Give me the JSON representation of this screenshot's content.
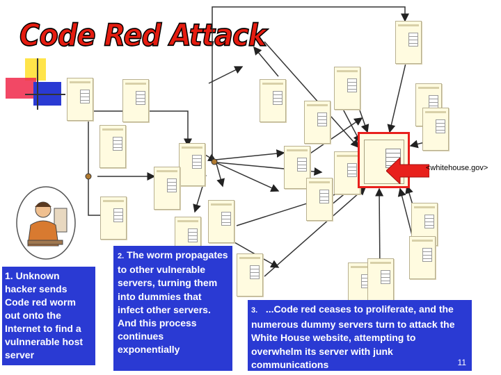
{
  "title": "Code Red Attack",
  "whitehouse": {
    "label": "<whitehouse.gov>"
  },
  "steps": [
    {
      "num": "1.",
      "text": "Unknown hacker sends Code red worm out onto the Internet to find a vulnnerable host server"
    },
    {
      "num": "2.",
      "text": "The worm propagates to other vulnerable servers, turning them into dummies that infect other servers. And this process continues exponentially"
    },
    {
      "num": "3.",
      "text": "...Code red ceases to proliferate, and the numerous dummy servers turn to attack the White House website, attempting to overwhelm its server with junk communications"
    }
  ],
  "page_number": "11",
  "colors": {
    "title": "#e51c10",
    "box": "#2a3ad3",
    "highlight": "#e8201c"
  }
}
